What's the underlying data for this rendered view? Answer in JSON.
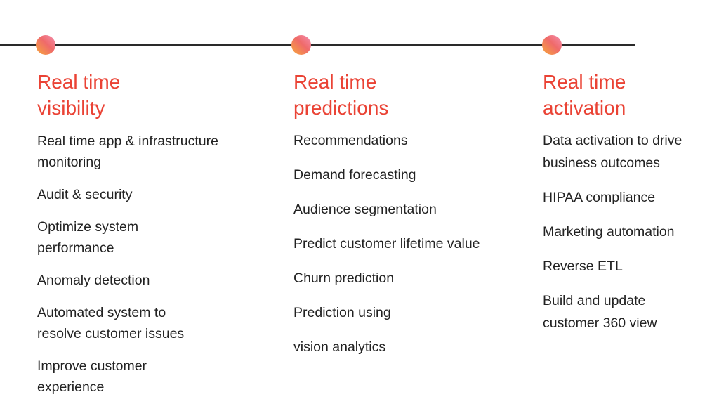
{
  "columns": [
    {
      "title_line1": "Real time",
      "title_line2": "visibility",
      "items": [
        "Real time app & infrastructure monitoring",
        "Audit & security",
        "Optimize system performance",
        "Anomaly detection",
        "Automated system to resolve customer issues",
        "Improve customer experience"
      ]
    },
    {
      "title_line1": "Real time",
      "title_line2": "predictions",
      "items": [
        "Recommendations",
        "Demand forecasting",
        "Audience segmentation",
        "Predict customer lifetime value",
        "Churn prediction",
        "Prediction using",
        "vision analytics"
      ]
    },
    {
      "title_line1": "Real time",
      "title_line2": "activation",
      "items": [
        "Data activation to drive business outcomes",
        "HIPAA compliance",
        "Marketing automation",
        "Reverse ETL",
        "Build and update customer 360 view"
      ]
    }
  ],
  "colors": {
    "accent": "#ea4335",
    "line": "#2a2a2a"
  }
}
